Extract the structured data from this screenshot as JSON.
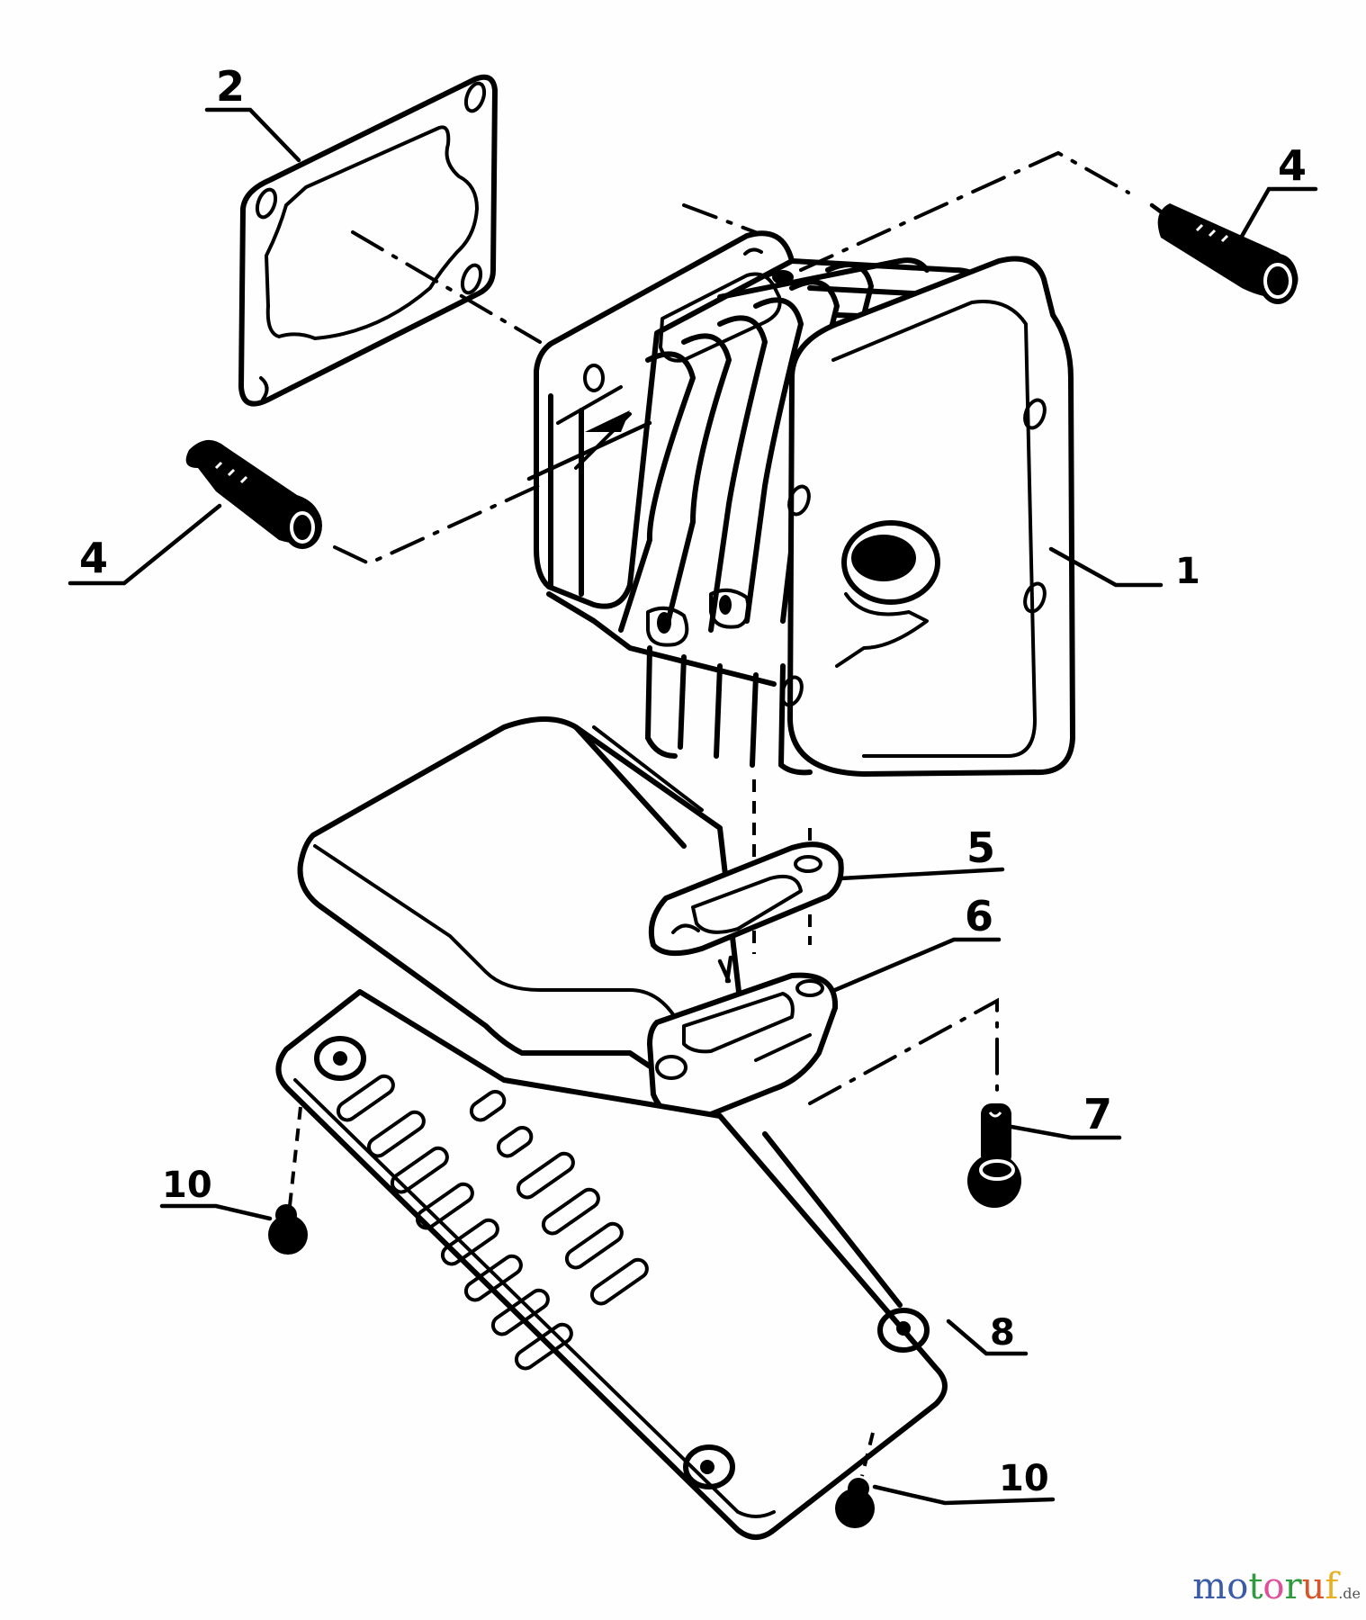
{
  "diagram": {
    "type": "exploded parts diagram",
    "subject": "engine cylinder with muffler and heat shield",
    "parts": [
      {
        "label": "1",
        "name": "cylinder"
      },
      {
        "label": "2",
        "name": "cylinder base gasket"
      },
      {
        "label": "4",
        "name": "cylinder bolt (upper right)"
      },
      {
        "label": "4",
        "name": "cylinder bolt (left)"
      },
      {
        "label": "5",
        "name": "exhaust gasket"
      },
      {
        "label": "6",
        "name": "muffler flange / spacer"
      },
      {
        "label": "7",
        "name": "muffler bolt"
      },
      {
        "label": "8",
        "name": "muffler heat shield plate"
      },
      {
        "label": "10",
        "name": "screw (left)"
      },
      {
        "label": "10",
        "name": "screw (bottom)"
      }
    ]
  },
  "labels": {
    "p1": "1",
    "p2": "2",
    "p4a": "4",
    "p4b": "4",
    "p5": "5",
    "p6": "6",
    "p7": "7",
    "p8": "8",
    "p10a": "10",
    "p10b": "10"
  },
  "watermark": {
    "letters": [
      {
        "ch": "m",
        "color": "#3b5aa8"
      },
      {
        "ch": "o",
        "color": "#3b5aa8"
      },
      {
        "ch": "t",
        "color": "#2f9a3e"
      },
      {
        "ch": "o",
        "color": "#e0509a"
      },
      {
        "ch": "r",
        "color": "#2f9a3e"
      },
      {
        "ch": "u",
        "color": "#d8552a"
      },
      {
        "ch": "f",
        "color": "#e8b020"
      }
    ],
    "tld": ".de"
  },
  "colors": {
    "background": "#fdfefd",
    "line": "#000000"
  }
}
